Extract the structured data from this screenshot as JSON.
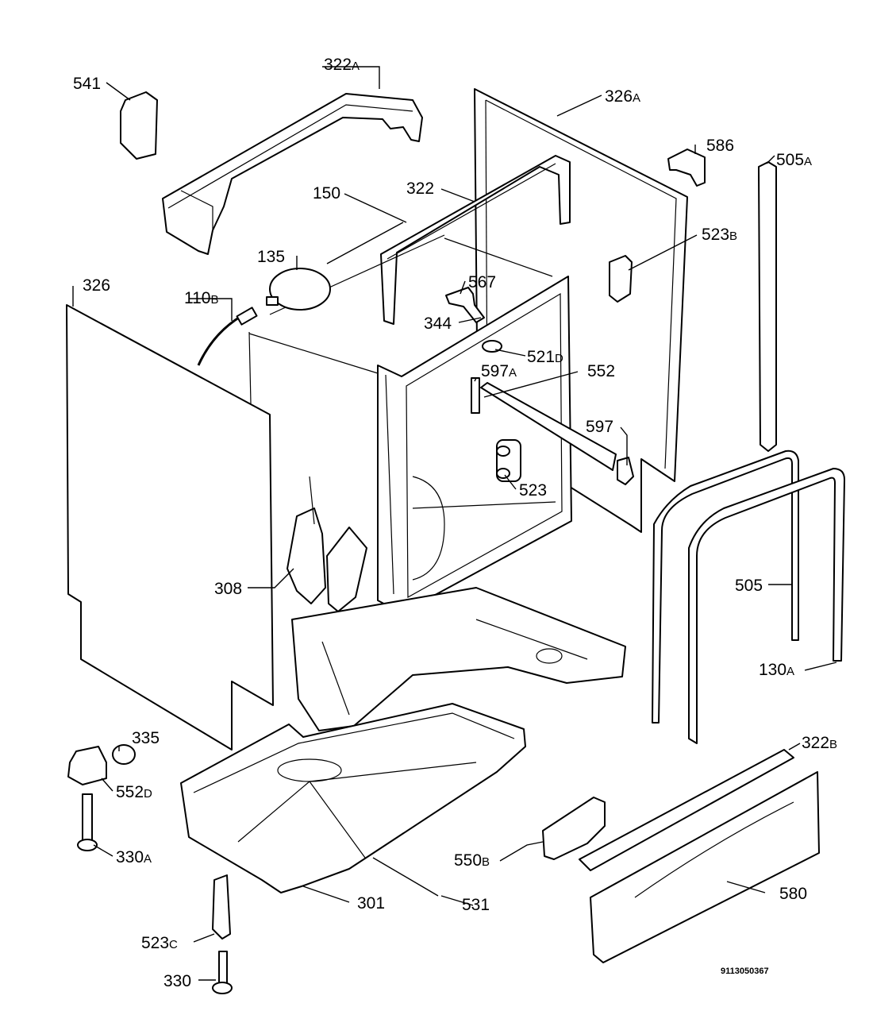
{
  "drawing_number": "9113050367",
  "labels": [
    {
      "id": "541",
      "num": "541",
      "suf": ""
    },
    {
      "id": "322a",
      "num": "322",
      "suf": "A"
    },
    {
      "id": "326a",
      "num": "326",
      "suf": "A"
    },
    {
      "id": "586",
      "num": "586",
      "suf": ""
    },
    {
      "id": "505a",
      "num": "505",
      "suf": "A"
    },
    {
      "id": "150",
      "num": "150",
      "suf": ""
    },
    {
      "id": "322",
      "num": "322",
      "suf": ""
    },
    {
      "id": "523b",
      "num": "523",
      "suf": "B"
    },
    {
      "id": "135",
      "num": "135",
      "suf": ""
    },
    {
      "id": "326",
      "num": "326",
      "suf": ""
    },
    {
      "id": "567",
      "num": "567",
      "suf": ""
    },
    {
      "id": "110b",
      "num": "110",
      "suf": "B"
    },
    {
      "id": "344",
      "num": "344",
      "suf": ""
    },
    {
      "id": "521d",
      "num": "521",
      "suf": "D"
    },
    {
      "id": "597a",
      "num": "597",
      "suf": "A"
    },
    {
      "id": "552",
      "num": "552",
      "suf": ""
    },
    {
      "id": "597",
      "num": "597",
      "suf": ""
    },
    {
      "id": "523",
      "num": "523",
      "suf": ""
    },
    {
      "id": "308",
      "num": "308",
      "suf": ""
    },
    {
      "id": "505",
      "num": "505",
      "suf": ""
    },
    {
      "id": "130a",
      "num": "130",
      "suf": "A"
    },
    {
      "id": "335",
      "num": "335",
      "suf": ""
    },
    {
      "id": "322b",
      "num": "322",
      "suf": "B"
    },
    {
      "id": "552d",
      "num": "552",
      "suf": "D"
    },
    {
      "id": "330a",
      "num": "330",
      "suf": "A"
    },
    {
      "id": "550b",
      "num": "550",
      "suf": "B"
    },
    {
      "id": "580",
      "num": "580",
      "suf": ""
    },
    {
      "id": "301",
      "num": "301",
      "suf": ""
    },
    {
      "id": "531",
      "num": "531",
      "suf": ""
    },
    {
      "id": "523c",
      "num": "523",
      "suf": "C"
    },
    {
      "id": "330",
      "num": "330",
      "suf": ""
    }
  ]
}
